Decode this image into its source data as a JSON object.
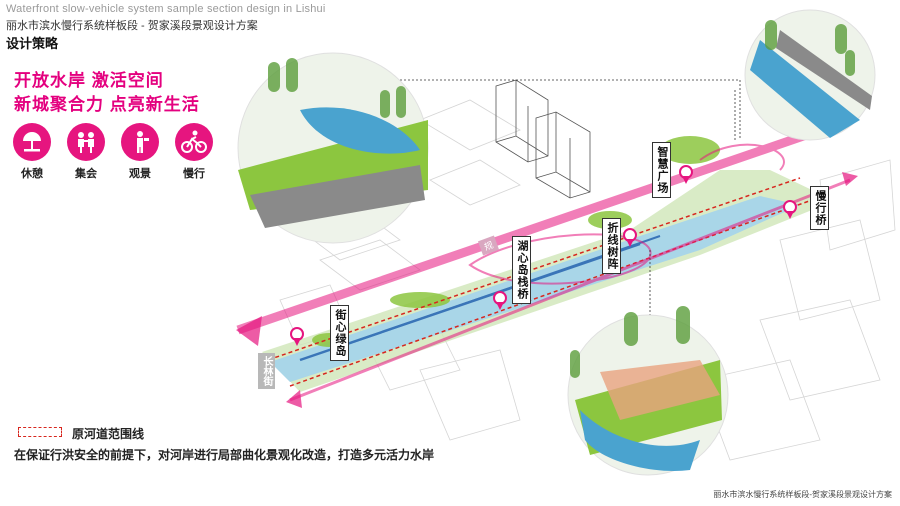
{
  "header": {
    "title_en": "Waterfront slow-vehicle system sample section design in Lishui",
    "title_cn": "丽水市滨水慢行系统样板段 - 贺家溪段景观设计方案"
  },
  "section_title": "设计策略",
  "slogans": [
    "开放水岸  激活空间",
    "新城聚合力 点亮新生活"
  ],
  "functions": [
    {
      "label": "休憩",
      "icon": "umbrella-rest-icon"
    },
    {
      "label": "集会",
      "icon": "people-gathering-icon"
    },
    {
      "label": "观景",
      "icon": "viewing-icon"
    },
    {
      "label": "慢行",
      "icon": "cycling-icon"
    }
  ],
  "callouts": {
    "street_green": "街心绿岛",
    "lake_island": "湖心岛栈桥",
    "zigzag": "折线树阵",
    "smart_plaza": "智慧广场",
    "slow_bridge": "慢行桥"
  },
  "street_name": "长林街",
  "plan_label": "规",
  "legend": {
    "label": "原河道范围线",
    "line_color": "#d7261e"
  },
  "description": "在保证行洪安全的前提下，对河岸进行局部曲化景观化改造，打造多元活力水岸",
  "footer": "丽水市滨水慢行系统样板段-贺家溪段景观设计方案",
  "colors": {
    "accent": "#e4007f",
    "water": "#7ec3de",
    "green": "#9ccc65",
    "path": "#f3a9c9"
  }
}
